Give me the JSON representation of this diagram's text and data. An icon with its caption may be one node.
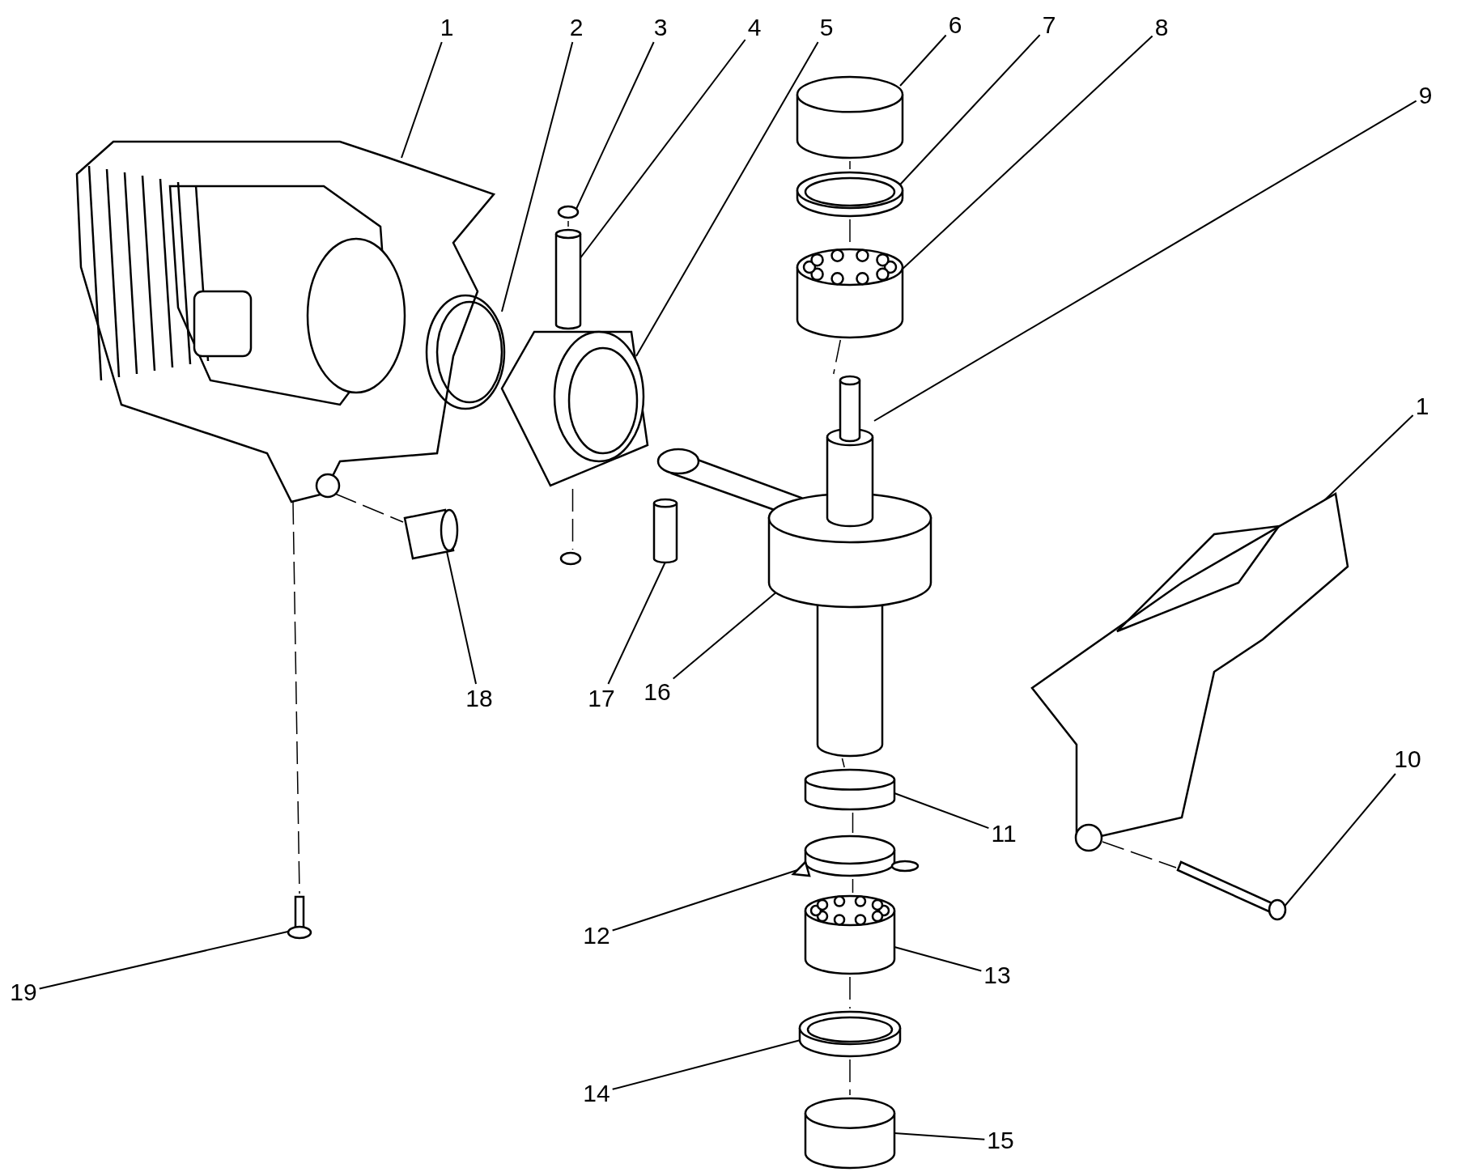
{
  "diagram": {
    "nodes": [
      {
        "text": [
          "1"
        ]
      },
      {
        "text": [
          "2"
        ]
      },
      {
        "text": [
          "3"
        ]
      },
      {
        "text": [
          "4"
        ]
      },
      {
        "text": [
          "5"
        ]
      },
      {
        "text": [
          "6"
        ]
      },
      {
        "text": [
          "7"
        ]
      },
      {
        "text": [
          "8"
        ]
      },
      {
        "text": [
          "9"
        ]
      },
      {
        "text": [
          "1"
        ]
      },
      {
        "text": [
          "18"
        ]
      },
      {
        "text": [
          "17"
        ]
      },
      {
        "text": [
          "16"
        ]
      },
      {
        "text": [
          "10"
        ]
      },
      {
        "text": [
          "11"
        ]
      },
      {
        "text": [
          "12"
        ]
      },
      {
        "text": [
          "13"
        ]
      },
      {
        "text": [
          "19"
        ]
      },
      {
        "text": [
          "14"
        ]
      },
      {
        "text": [
          "15"
        ]
      },
      {
        "text": [],
        "shape": "picture"
      },
      {
        "text": [],
        "shape": "picture"
      },
      {
        "text": [],
        "shape": "circle"
      },
      {
        "text": [],
        "shape": "cylinder"
      },
      {
        "text": [],
        "shape": "picture"
      },
      {
        "text": [],
        "shape": "cylinder"
      },
      {
        "text": [],
        "shape": "picture"
      },
      {
        "text": [],
        "shape": "picture"
      },
      {
        "text": [],
        "shape": "picture"
      },
      {
        "text": [],
        "shape": "picture"
      },
      {
        "text": [],
        "shape": "picture"
      },
      {
        "text": [],
        "shape": "cylinder"
      },
      {
        "text": [],
        "shape": "bar"
      },
      {
        "text": [],
        "shape": "cylinder"
      },
      {
        "text": [],
        "shape": "picture"
      },
      {
        "text": [],
        "shape": "picture"
      },
      {
        "text": [],
        "shape": "picture"
      },
      {
        "text": [],
        "shape": "picture"
      },
      {
        "text": [],
        "shape": "cylinder"
      },
      {
        "text": [],
        "shape": "circle"
      }
    ],
    "edges": [
      {
        "from": 0,
        "to": 20,
        "arrow": "none"
      },
      {
        "from": 1,
        "to": 21,
        "arrow": "none"
      },
      {
        "from": 2,
        "to": 22,
        "arrow": "none"
      },
      {
        "from": 3,
        "to": 23,
        "arrow": "none"
      },
      {
        "from": 4,
        "to": 24,
        "arrow": "none"
      },
      {
        "from": 5,
        "to": 25,
        "arrow": "none"
      },
      {
        "from": 6,
        "to": 26,
        "arrow": "none"
      },
      {
        "from": 7,
        "to": 27,
        "arrow": "none"
      },
      {
        "from": 8,
        "to": 28,
        "arrow": "none"
      },
      {
        "from": 9,
        "to": 29,
        "arrow": "none"
      },
      {
        "from": 10,
        "to": 30,
        "arrow": "none"
      },
      {
        "from": 11,
        "to": 31,
        "arrow": "none"
      },
      {
        "from": 12,
        "to": 28,
        "arrow": "none"
      },
      {
        "from": 13,
        "to": 32,
        "arrow": "none"
      },
      {
        "from": 14,
        "to": 33,
        "arrow": "none"
      },
      {
        "from": 15,
        "to": 34,
        "arrow": "none"
      },
      {
        "from": 16,
        "to": 35,
        "arrow": "none"
      },
      {
        "from": 17,
        "to": 36,
        "arrow": "none"
      },
      {
        "from": 18,
        "to": 37,
        "arrow": "none"
      },
      {
        "from": 19,
        "to": 38,
        "arrow": "none"
      },
      {
        "from": 25,
        "to": 26,
        "arrow": "none",
        "style": "dashed"
      },
      {
        "from": 26,
        "to": 27,
        "arrow": "none",
        "style": "dashed"
      },
      {
        "from": 27,
        "to": 28,
        "arrow": "none",
        "style": "dashed"
      },
      {
        "from": 28,
        "to": 33,
        "arrow": "none",
        "style": "dashed"
      },
      {
        "from": 33,
        "to": 34,
        "arrow": "none",
        "style": "dashed"
      },
      {
        "from": 34,
        "to": 35,
        "arrow": "none",
        "style": "dashed"
      },
      {
        "from": 35,
        "to": 37,
        "arrow": "none",
        "style": "dashed"
      },
      {
        "from": 37,
        "to": 38,
        "arrow": "none",
        "style": "dashed"
      },
      {
        "from": 22,
        "to": 23,
        "arrow": "none",
        "style": "dashed"
      },
      {
        "from": 24,
        "to": 39,
        "arrow": "none",
        "style": "dashed"
      },
      {
        "from": 20,
        "to": 30,
        "arrow": "none",
        "style": "dashed"
      },
      {
        "from": 20,
        "to": 36,
        "arrow": "none",
        "style": "dashed"
      },
      {
        "from": 29,
        "to": 32,
        "arrow": "none",
        "style": "dashed"
      }
    ]
  }
}
